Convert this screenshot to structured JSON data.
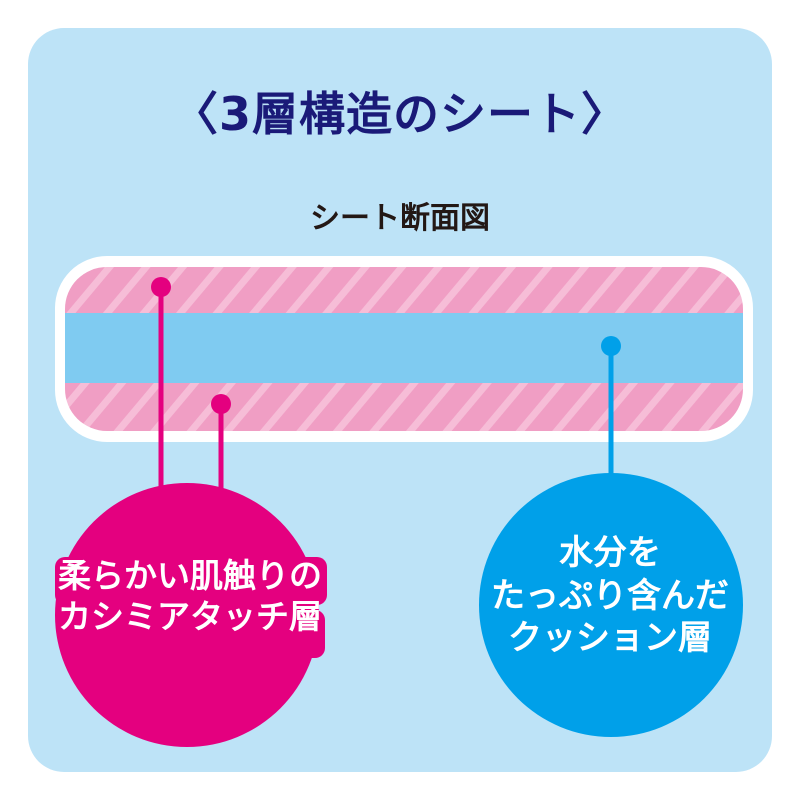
{
  "title": "〈3層構造のシート〉",
  "subtitle": "シート断面図",
  "colors": {
    "background": "#ffffff",
    "panel": "#bde3f7",
    "title_text": "#1a1a78",
    "subtitle_text": "#231815",
    "sheet_border": "#ffffff",
    "pink_layer": "#f09ec4",
    "pink_stripe": "#f6bdd7",
    "blue_layer": "#7fcbf1",
    "pink_accent": "#e4007f",
    "blue_accent": "#00a0e9"
  },
  "layers": [
    {
      "name": "top-cashmere-layer",
      "color": "#f09ec4",
      "pattern": "diagonal-stripes"
    },
    {
      "name": "middle-cushion-layer",
      "color": "#7fcbf1",
      "pattern": "solid"
    },
    {
      "name": "bottom-cashmere-layer",
      "color": "#f09ec4",
      "pattern": "diagonal-stripes"
    }
  ],
  "callouts": {
    "pink": {
      "lines": [
        "柔らかい肌触りの",
        "カシミアタッチ層"
      ],
      "color": "#e4007f"
    },
    "blue": {
      "lines": [
        "水分を",
        "たっぷり含んだ",
        "クッション層"
      ],
      "color": "#00a0e9"
    }
  }
}
